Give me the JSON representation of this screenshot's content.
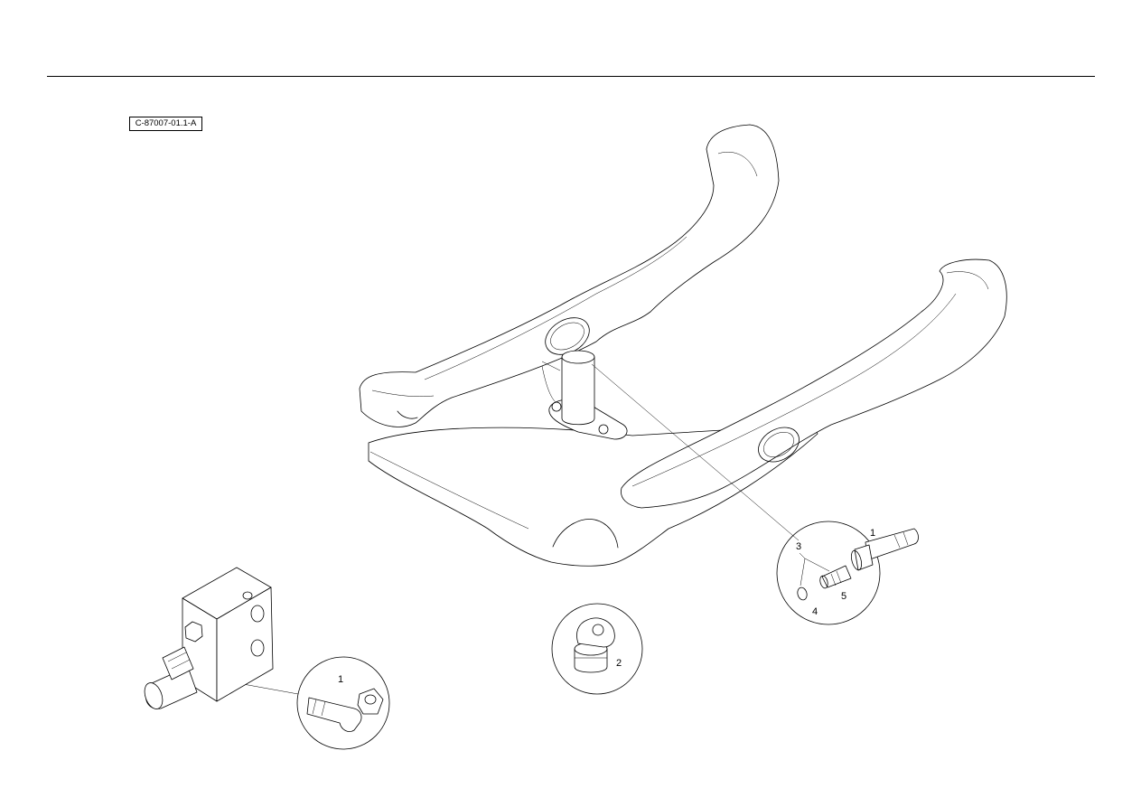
{
  "figure": {
    "reference_code": "C-87007-01.1-A"
  },
  "callouts": {
    "detail_right": {
      "item_1": "1",
      "item_3": "3",
      "item_4": "4",
      "item_5": "5"
    },
    "detail_center": {
      "item_2": "2"
    },
    "detail_left": {
      "item_1": "1"
    }
  }
}
